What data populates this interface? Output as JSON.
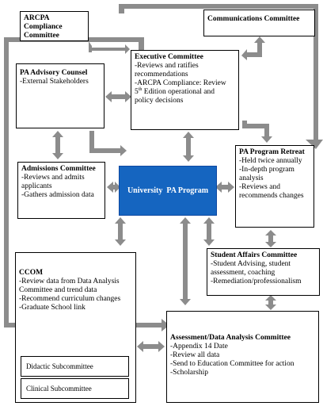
{
  "arcpa": {
    "title": "ARCPA Compliance Committee"
  },
  "communications": {
    "title": "Communications Committee"
  },
  "executive": {
    "title": "Executive Committee",
    "items": [
      "-Reviews and ratifies recommendations",
      "-ARCPA Compliance: Review 5",
      "th",
      " Edition operational and policy decisions"
    ]
  },
  "advisory": {
    "title": "PA Advisory Counsel",
    "items": [
      "-External Stakeholders"
    ]
  },
  "admissions": {
    "title": "Admissions Committee",
    "items": [
      "-Reviews and admits applicants",
      "-Gathers admission data"
    ]
  },
  "center": {
    "title": "University  PA Program"
  },
  "retreat": {
    "title": "PA Program Retreat",
    "items": [
      "-Held twice annually",
      "-In-depth program analysis",
      "-Reviews and recommends changes"
    ]
  },
  "student_affairs": {
    "title": "Student Affairs Committee",
    "items": [
      "-Student Advising, student assessment, coaching",
      "-Remediation/professionalism"
    ]
  },
  "ccom": {
    "title": "CCOM",
    "items": [
      "-Review data from Data Analysis Committee and trend data",
      "-Recommend curriculum changes",
      "-Graduate School link"
    ],
    "didactic": "Didactic Subcommittee",
    "clinical": "Clinical Subcommittee"
  },
  "assessment": {
    "title": "Assessment/Data Analysis Committee",
    "items": [
      "-Appendix 14 Date",
      "-Review all data",
      "-Send to Education Committee for action",
      "-Scholarship"
    ]
  },
  "colors": {
    "arrow": "#8c8c8c",
    "center": "#1565c0"
  }
}
